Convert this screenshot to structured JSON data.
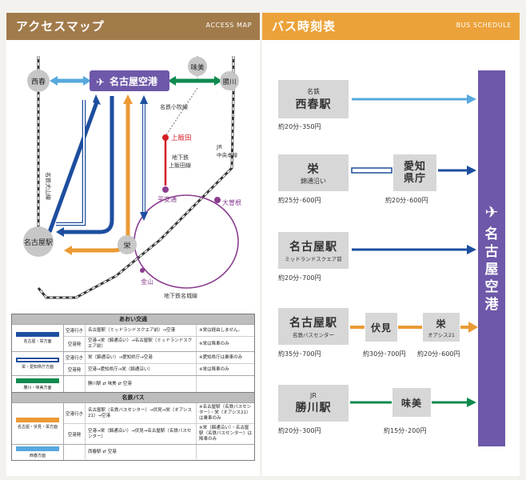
{
  "header": {
    "access_title": "アクセスマップ",
    "access_sub": "ACCESS MAP",
    "bus_title": "バス時刻表",
    "bus_sub": "BUS SCHEDULE"
  },
  "map": {
    "nishiharu": "西春",
    "airport": "名古屋空港",
    "ajiyoshi": "味美",
    "kachigawa": "勝川",
    "meitetsu_komaki": "名鉄小牧線",
    "kamiiida": "上飯田",
    "chikatetsu_kamiiida_1": "地下鉄",
    "chikatetsu_kamiiida_2": "上飯田線",
    "jr_1": "JR",
    "jr_2": "中央本線",
    "inuyama": "名鉄犬山線",
    "heiando": "平安通",
    "ozone": "大曽根",
    "nagoya": "名古屋駅",
    "sakae": "栄",
    "kanayama": "金山",
    "meijo": "地下鉄名城線"
  },
  "aoi": {
    "title": "あおい交通",
    "rows": [
      {
        "legend_caption": "名古屋・栄方面",
        "subs": [
          {
            "dir": "空港行き",
            "route": "名古屋駅（ミッドランドスクエア前）→空港",
            "note": "※栄は経由しません。"
          },
          {
            "dir": "空港発",
            "route": "空港→栄（錦通沿い）→名古屋駅（ミッドランドスクエア前）",
            "note": "※栄は降車のみ"
          }
        ]
      },
      {
        "legend_caption": "栄・愛知県庁方面",
        "subs": [
          {
            "dir": "空港行き",
            "route": "栄（錦通沿い）→愛知県庁→空港",
            "note": "※愛知県庁は乗車のみ"
          },
          {
            "dir": "空港発",
            "route": "空港→愛知県庁→栄（錦通沿い）",
            "note": "※栄は降車のみ"
          }
        ]
      },
      {
        "legend_caption": "勝川・味美方面",
        "subs": [
          {
            "dir": "",
            "route": "勝川駅 ⇄ 味美 ⇄ 空港",
            "note": ""
          }
        ]
      }
    ]
  },
  "meitetsu": {
    "title": "名鉄バス",
    "rows": [
      {
        "legend_caption": "名古屋・伏見・栄方面",
        "subs": [
          {
            "dir": "空港行き",
            "route": "名古屋駅（名鉄バスセンター）→伏見→栄（オアシス21）→空港",
            "note": "※名古屋駅（名鉄バスセンター）・栄（オアシス21）は乗車のみ"
          },
          {
            "dir": "空港発",
            "route": "空港→栄（錦通沿い）→伏見→名古屋駅（名鉄バスセンター）",
            "note": "※栄（錦通沿い）・名古屋駅（名鉄バスセンター）は降車のみ"
          }
        ]
      },
      {
        "legend_caption": "西春方面",
        "subs": [
          {
            "dir": "",
            "route": "西春駅 ⇄ 空港",
            "note": ""
          }
        ]
      }
    ]
  },
  "schedule": {
    "airport": "名古屋空港",
    "r1": {
      "s1_small": "名鉄",
      "s1_big": "西春駅",
      "fare1": "約20分･350円"
    },
    "r2": {
      "s1_big": "栄",
      "s1_small": "錦通沿い",
      "fare1": "約25分･600円",
      "s2_big": "愛知\n県庁",
      "fare2": "約20分･600円"
    },
    "r3": {
      "s1_big": "名古屋駅",
      "s1_small": "ミッドランドスクエア前",
      "fare1": "約20分･700円"
    },
    "r4": {
      "s1_big": "名古屋駅",
      "s1_small": "名鉄バスセンター",
      "fare1": "約35分･700円",
      "s2_big": "伏見",
      "fare2": "約30分･700円",
      "s3_big": "栄",
      "s3_small": "オアシス21",
      "fare3": "約20分･600円"
    },
    "r5": {
      "s1_small": "JR",
      "s1_big": "勝川駅",
      "fare1": "約20分･300円",
      "s2_big": "味美",
      "fare2": "約15分･200円"
    }
  },
  "colors": {
    "aoi_blue": "#1d4e9f",
    "aoi_outline": "#1d4e9f",
    "aoi_green": "#0e8a4e",
    "meitetsu_orange": "#eb9a34",
    "meitetsu_light": "#56a8dd",
    "meijo_purple": "#8a3d8f",
    "kamiiida_red": "#d51f26",
    "airport_purple": "#6d58a9",
    "header_brown": "#a27b4b",
    "header_orange": "#eca23a"
  }
}
